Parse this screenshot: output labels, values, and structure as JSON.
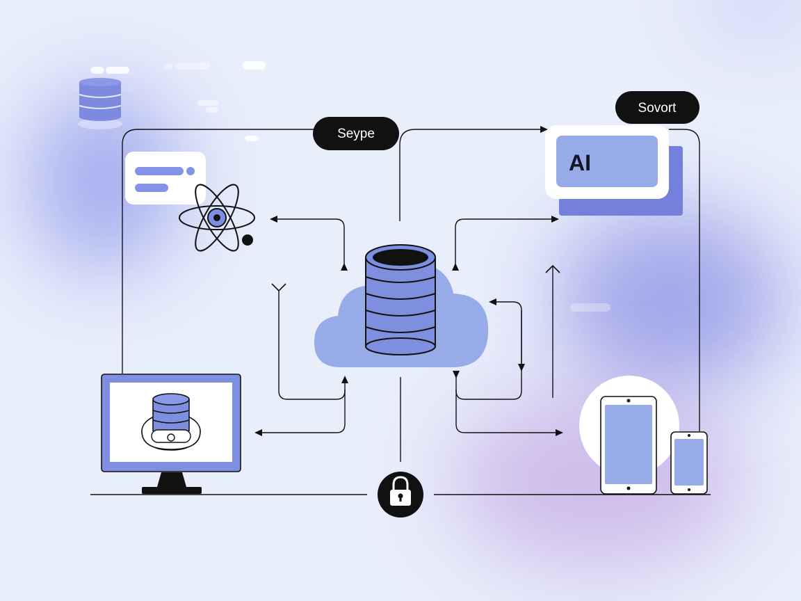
{
  "labels": {
    "top_center": "Seype",
    "top_right": "Sovort",
    "ai_card": "AI"
  },
  "colors": {
    "background": "#e9eefb",
    "accent": "#7f8fe0",
    "accent_light": "#97abe8",
    "ink": "#111111",
    "card": "#ffffff"
  },
  "icons": {
    "cloud_database": "cloud-database-icon",
    "atom": "atom-icon",
    "chat": "chat-bubble-icon",
    "lock": "lock-icon",
    "monitor": "desktop-monitor-icon",
    "tablet": "tablet-icon",
    "phone": "phone-icon",
    "small_database": "database-icon"
  }
}
